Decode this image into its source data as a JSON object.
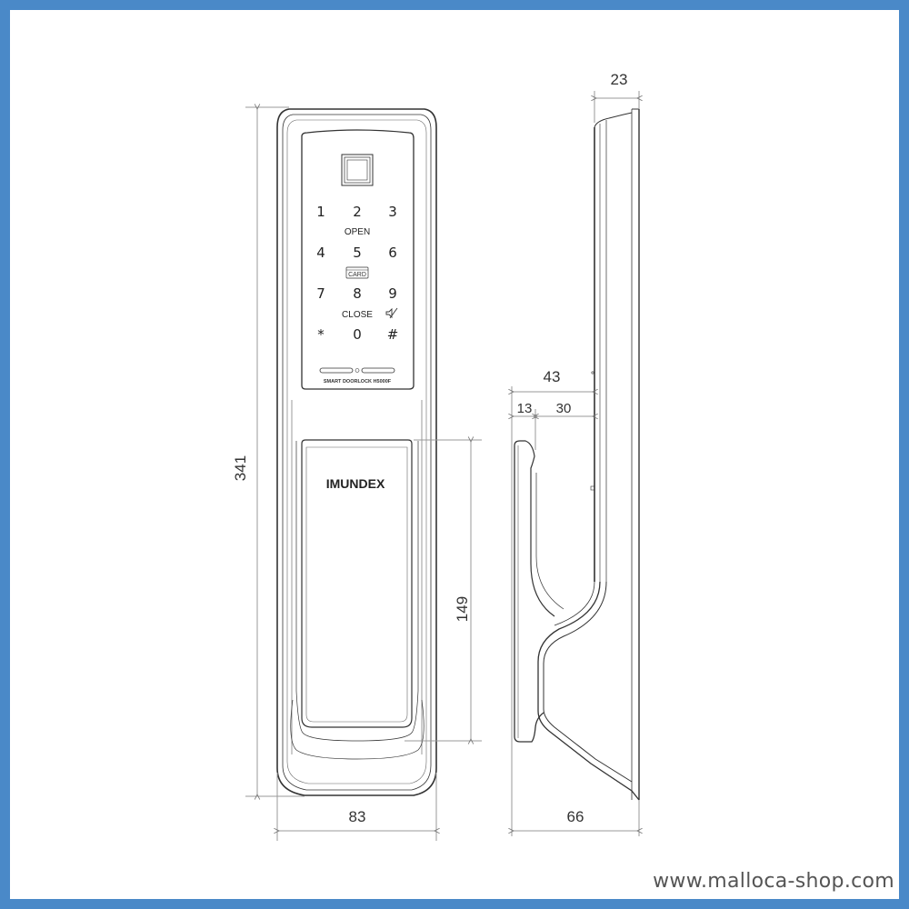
{
  "border_color": "#4a89c8",
  "front_view": {
    "keypad": {
      "keys": [
        "1",
        "2",
        "3",
        "4",
        "5",
        "6",
        "7",
        "8",
        "9",
        "*",
        "0",
        "#"
      ],
      "open_label": "OPEN",
      "card_label": "CARD",
      "close_label": "CLOSE",
      "mute_icon": "speaker-mute-icon"
    },
    "model_label": "SMART DOORLOCK H5000F",
    "brand": "IMUNDEX"
  },
  "dimensions": {
    "height_total": "341",
    "handle_height": "149",
    "width_front": "83",
    "depth_top": "23",
    "depth_handle": "43",
    "depth_grip": "13",
    "depth_gap": "30",
    "depth_total": "66"
  },
  "watermark": "www.malloca-shop.com"
}
